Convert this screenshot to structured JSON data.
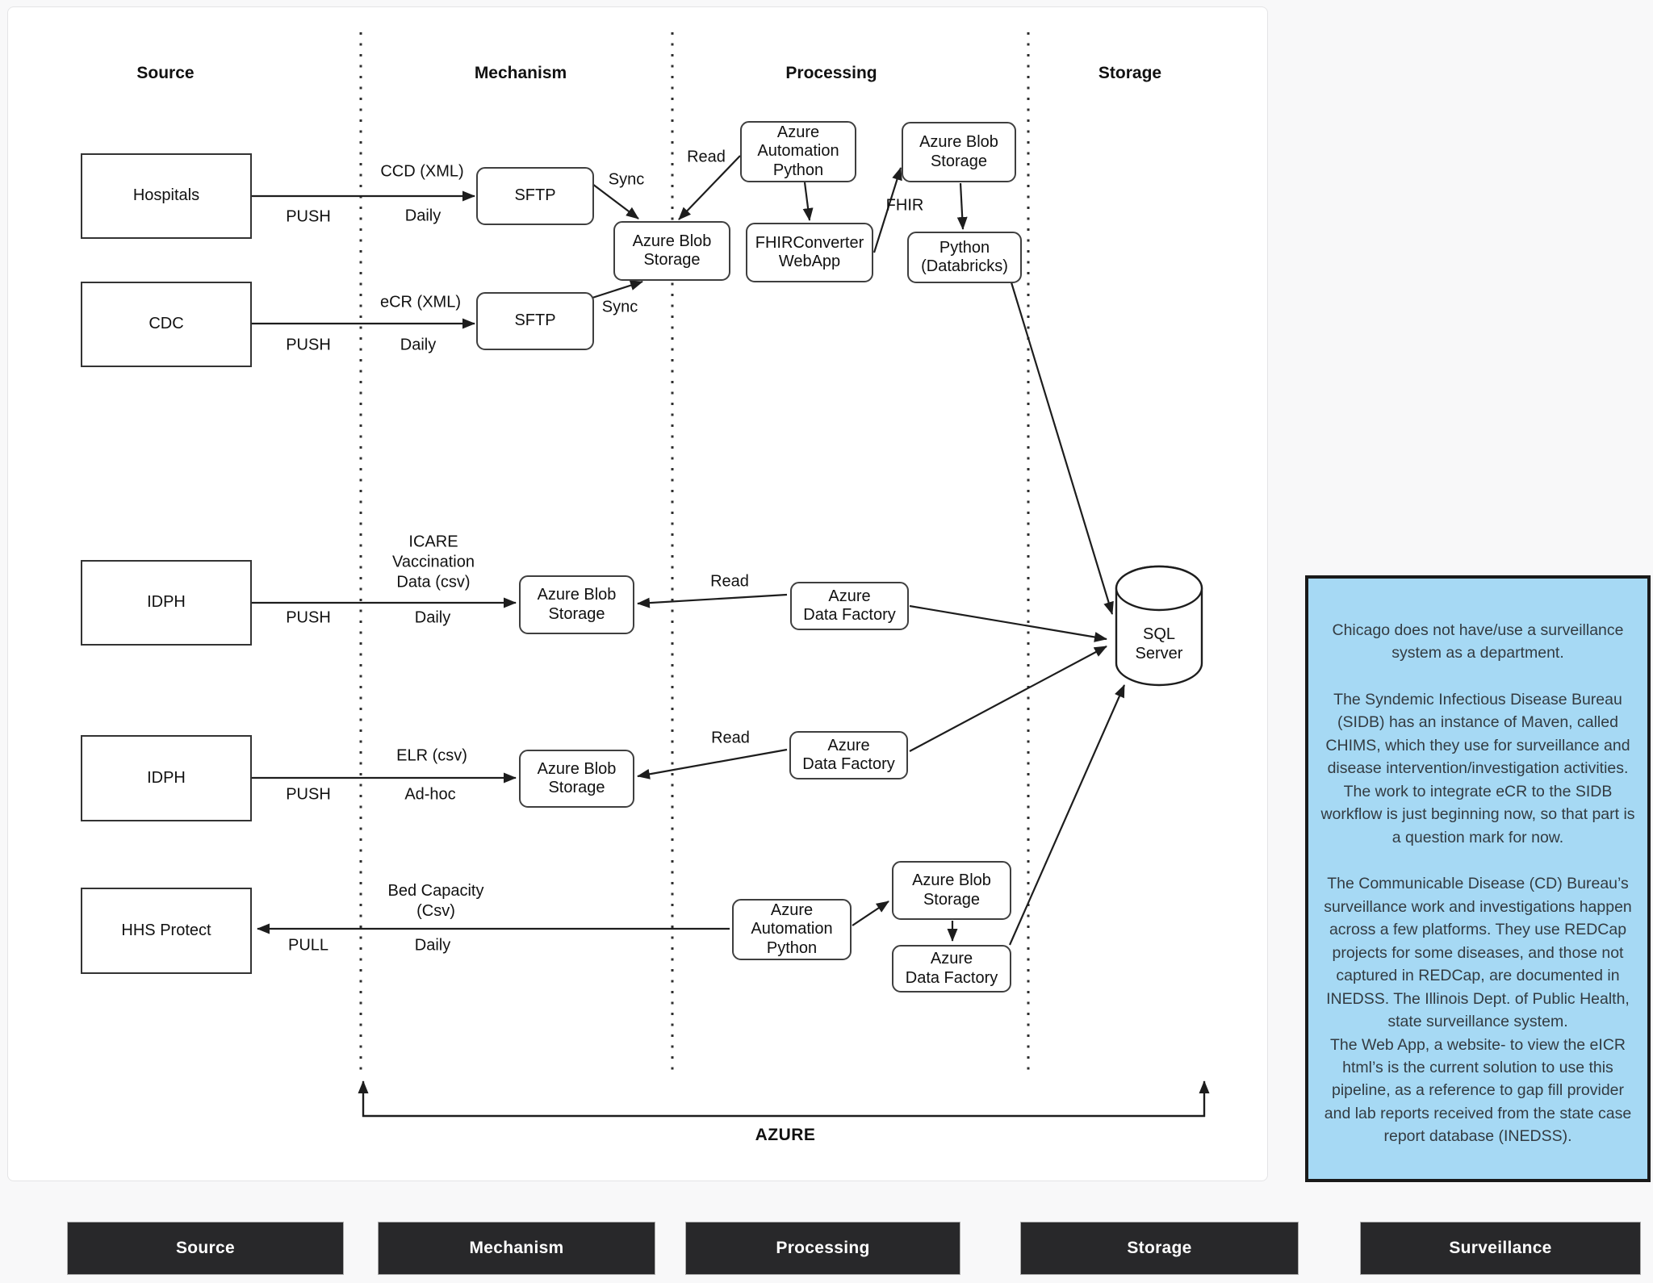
{
  "columns": {
    "source": "Source",
    "mechanism": "Mechanism",
    "processing": "Processing",
    "storage": "Storage"
  },
  "nodes": {
    "hospitals": "Hospitals",
    "cdc": "CDC",
    "idph_icare": "IDPH",
    "idph_elr": "IDPH",
    "hhs_protect": "HHS Protect",
    "sftp_ccd": "SFTP",
    "sftp_ecr": "SFTP",
    "blob_ecr": "Azure Blob\nStorage",
    "automation_top": "Azure\nAutomation\nPython",
    "fhir_converter": "FHIRConverter\nWebApp",
    "blob_fhir": "Azure Blob\nStorage",
    "databricks": "Python\n(Databricks)",
    "blob_icare": "Azure Blob\nStorage",
    "adf_icare": "Azure\nData Factory",
    "blob_elr": "Azure Blob\nStorage",
    "adf_elr": "Azure\nData Factory",
    "automation_bottom": "Azure\nAutomation\nPython",
    "blob_bottom": "Azure Blob\nStorage",
    "adf_bottom": "Azure\nData Factory",
    "sql_server": "SQL\nServer"
  },
  "edge_labels": {
    "ccd_xml": "CCD (XML)",
    "push1": "PUSH",
    "daily1": "Daily",
    "sync1": "Sync",
    "ecr_xml": "eCR (XML)",
    "push2": "PUSH",
    "daily2": "Daily",
    "sync2": "Sync",
    "read_top": "Read",
    "fhir": "FHIR",
    "icare": "ICARE\nVaccination\nData (csv)",
    "push3": "PUSH",
    "daily3": "Daily",
    "read_icare": "Read",
    "elr_csv": "ELR (csv)",
    "push4": "PUSH",
    "adhoc": "Ad-hoc",
    "read_elr": "Read",
    "bed_capacity": "Bed Capacity\n(Csv)",
    "pull": "PULL",
    "daily4": "Daily",
    "azure": "AZURE"
  },
  "note": {
    "paragraphs": [
      "Chicago does not have/use a surveillance system as a department.",
      "The Syndemic Infectious Disease Bureau (SIDB) has an instance of Maven, called CHIMS, which they use for surveillance and disease intervention/investigation activities. The work to integrate eCR to the SIDB workflow is just beginning now, so that part is a question mark for now.",
      "The Communicable Disease (CD) Bureau’s surveillance work and investigations happen across a few platforms. They use REDCap projects for some diseases, and those not captured in REDCap, are documented in INEDSS. The Illinois Dept. of Public Health, state surveillance system.",
      "The Web App, a website- to view the eICR html’s is the current solution to use this pipeline, as a reference to gap fill provider and lab reports received from the state case report database (INEDSS)."
    ]
  },
  "footer": {
    "bars": [
      "Source",
      "Mechanism",
      "Processing",
      "Storage",
      "Surveillance"
    ]
  },
  "colors": {
    "note_fill": "#a6d9f4",
    "note_border": "#1a1a1a",
    "bar_fill": "#28282a",
    "bar_text": "#ffffff",
    "line": "#1d1d1d"
  }
}
